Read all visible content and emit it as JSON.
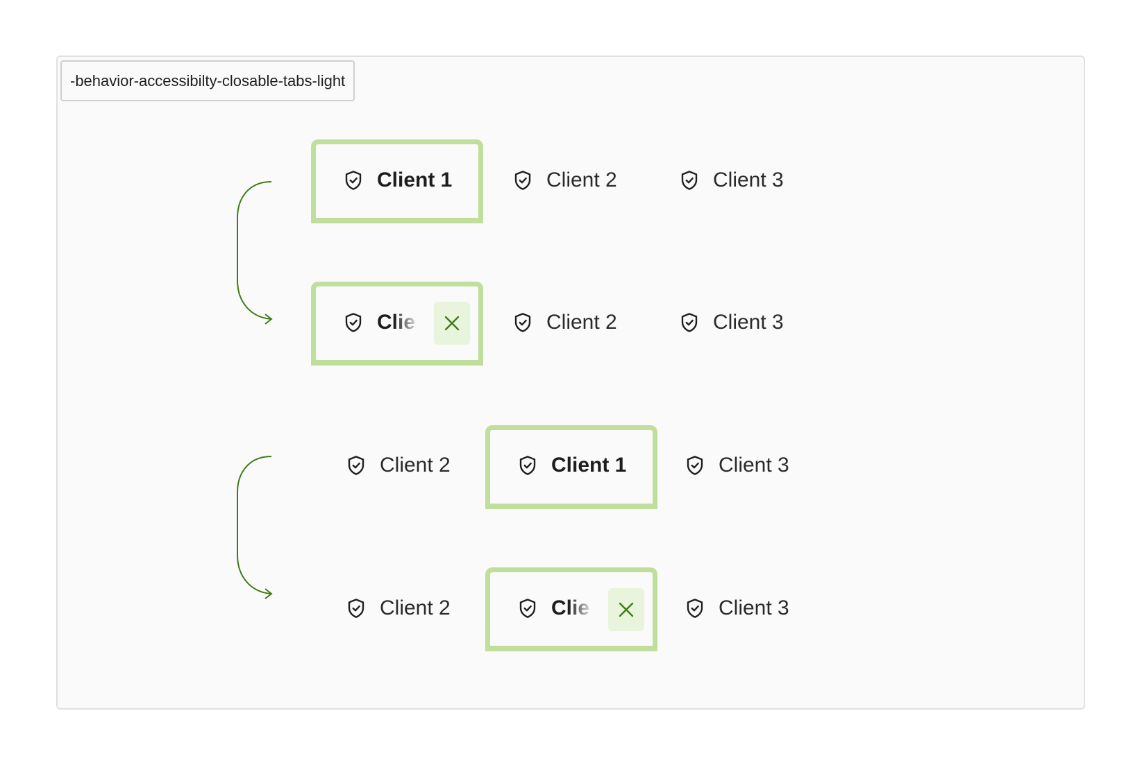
{
  "frame_label": "-behavior-accessibilty-closable-tabs-light",
  "colors": {
    "focus_ring": "#c0df9c",
    "close_bg": "#e9f4dd",
    "close_icon": "#3f7b16",
    "arrow": "#3f7b16",
    "text": "#2a2a2a"
  },
  "icons": {
    "tab": "shield-check-icon",
    "close": "close-icon",
    "flow": "curved-arrow-icon"
  },
  "rows": [
    {
      "tabs": [
        {
          "label": "Client 1",
          "state": "active"
        },
        {
          "label": "Client 2"
        },
        {
          "label": "Client 3"
        }
      ]
    },
    {
      "tabs": [
        {
          "label": "Client 1",
          "state": "active-closable",
          "truncated": "Clie"
        },
        {
          "label": "Client 2"
        },
        {
          "label": "Client 3"
        }
      ]
    },
    {
      "tabs": [
        {
          "label": "Client 2"
        },
        {
          "label": "Client 1",
          "state": "active"
        },
        {
          "label": "Client 3"
        }
      ]
    },
    {
      "tabs": [
        {
          "label": "Client 2"
        },
        {
          "label": "Client 1",
          "state": "active-closable",
          "truncated": "Clie"
        },
        {
          "label": "Client 3"
        }
      ]
    }
  ]
}
